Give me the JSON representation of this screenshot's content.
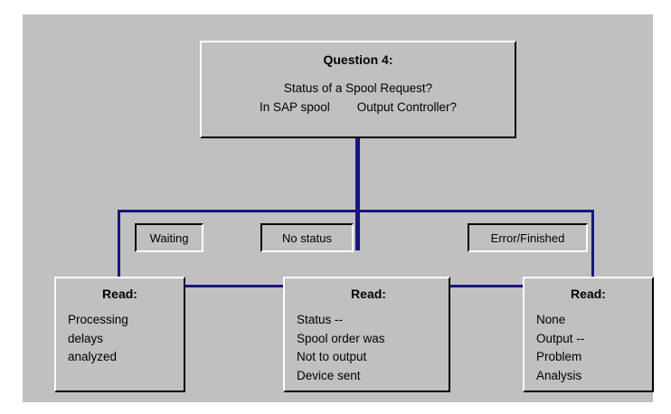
{
  "diagram": {
    "title": "Question 4 Spool Request Status Flowchart",
    "colors": {
      "panel_background": "#c0c0c0",
      "connector_line": "#161680",
      "bevel_light": "#ffffff",
      "bevel_dark": "#000000",
      "text": "#000000"
    }
  },
  "question_box": {
    "title": "Question 4:",
    "line1": "Status of a Spool Request?",
    "line2": "In SAP spool        Output Controller?"
  },
  "status_labels": [
    {
      "id": "waiting",
      "label": "Waiting"
    },
    {
      "id": "no-status",
      "label": "No status"
    },
    {
      "id": "error",
      "label": "Error/Finished"
    }
  ],
  "read_boxes": [
    {
      "id": "read-1",
      "title": "Read:",
      "lines": [
        "Processing",
        "delays",
        "analyzed"
      ]
    },
    {
      "id": "read-2",
      "title": "Read:",
      "lines": [
        "Status --",
        "Spool order was",
        "Not to output",
        "Device sent"
      ]
    },
    {
      "id": "read-3",
      "title": "Read:",
      "lines": [
        "None",
        "Output --",
        "Problem",
        "Analysis"
      ]
    }
  ]
}
